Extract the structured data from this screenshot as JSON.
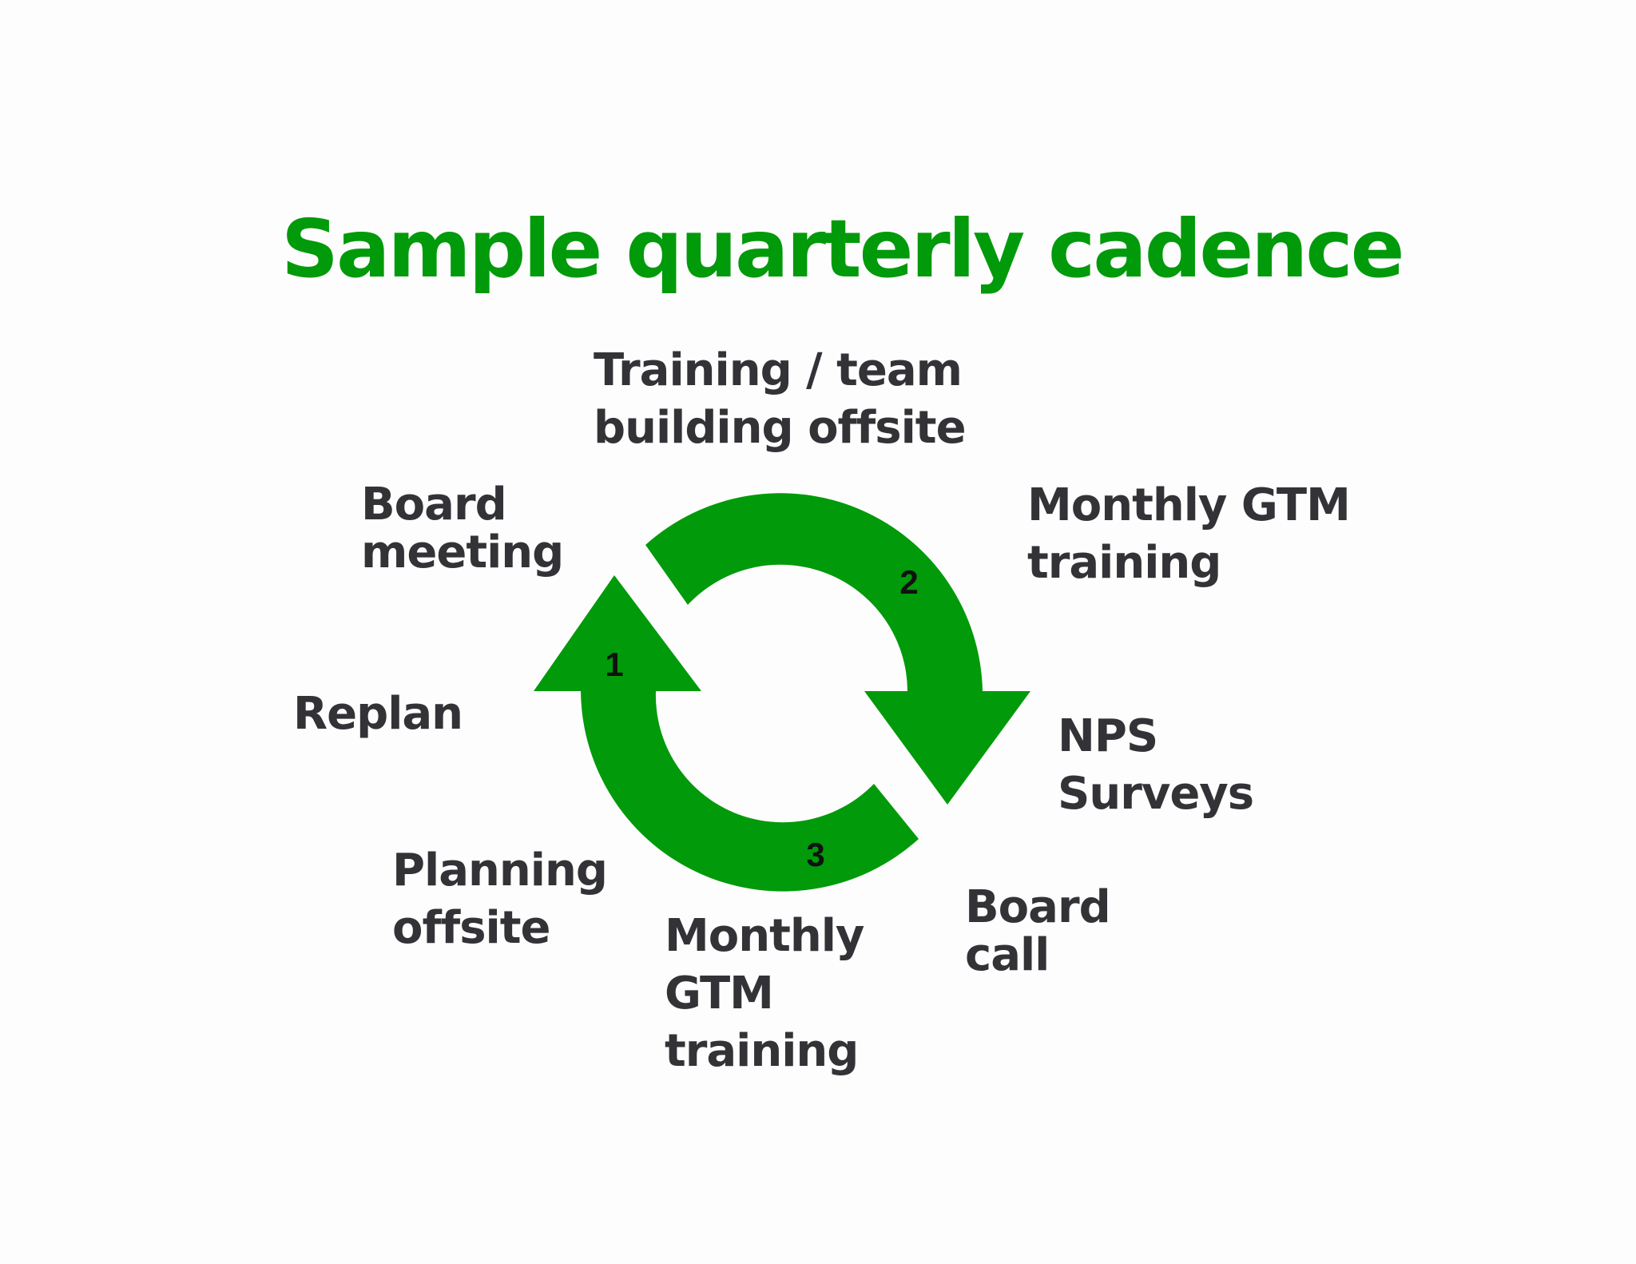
{
  "title": "Sample quarterly cadence",
  "colors": {
    "accent": "#009a0a",
    "text": "#333337",
    "step_number": "#111111"
  },
  "steps": [
    {
      "number": "1",
      "shape": "arrow-segment-left"
    },
    {
      "number": "2",
      "shape": "arrow-segment-right"
    },
    {
      "number": "3",
      "shape": "arrow-segment-bottom"
    }
  ],
  "labels": {
    "training_offsite": [
      "Training / team",
      "building offsite"
    ],
    "board_meeting": [
      "Board",
      "meeting"
    ],
    "monthly_gtm_top": [
      "Monthly GTM",
      "training"
    ],
    "replan": [
      "Replan"
    ],
    "nps_surveys": [
      "NPS",
      "Surveys"
    ],
    "planning_offsite": [
      "Planning",
      "offsite"
    ],
    "board_call": [
      "Board",
      "call"
    ],
    "monthly_gtm_bottom": [
      "Monthly",
      "GTM",
      "training"
    ]
  }
}
